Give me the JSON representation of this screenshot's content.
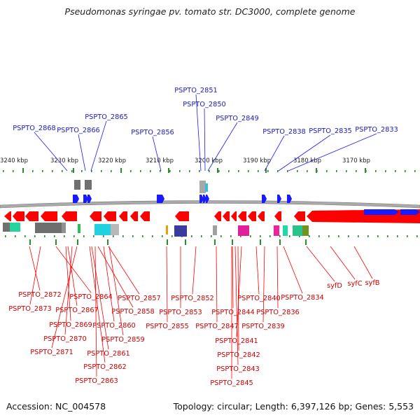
{
  "title": "Pseudomonas syringae pv. tomato str. DC3000, complete genome",
  "footer": {
    "accession": "Accession: NC_004578",
    "summary": "Topology: circular; Length: 6,397,126 bp; Genes: 5,553"
  },
  "scale": [
    "3240 kbp",
    "3230 kbp",
    "3220 kbp",
    "3210 kbp",
    "3200 kbp",
    "3190 kbp",
    "3180 kbp",
    "3170 kbp"
  ],
  "colors": {
    "forward_gene": "#1a1aff",
    "reverse_gene": "#ff0000",
    "forward_label": "#1a1abf",
    "reverse_label": "#cc0000",
    "backbone": "#999999",
    "tick": "#2e8b2e"
  },
  "forward_genes": [
    "PSPTO_2868",
    "PSPTO_2866",
    "PSPTO_2865",
    "PSPTO_2856",
    "PSPTO_2851",
    "PSPTO_2850",
    "PSPTO_2849",
    "PSPTO_2838",
    "PSPTO_2835",
    "PSPTO_2833"
  ],
  "reverse_genes": [
    "PSPTO_2872",
    "PSPTO_2873",
    "PSPTO_2864",
    "PSPTO_2867",
    "PSPTO_2869",
    "PSPTO_2870",
    "PSPTO_2871",
    "PSPTO_2857",
    "PSPTO_2858",
    "PSPTO_2860",
    "PSPTO_2859",
    "PSPTO_2861",
    "PSPTO_2862",
    "PSPTO_2863",
    "PSPTO_2852",
    "PSPTO_2853",
    "PSPTO_2855",
    "PSPTO_2844",
    "PSPTO_2847",
    "PSPTO_2841",
    "PSPTO_2842",
    "PSPTO_2843",
    "PSPTO_2845",
    "PSPTO_2840",
    "PSPTO_2836",
    "PSPTO_2839",
    "PSPTO_2834",
    "syfD",
    "syfC",
    "syfB"
  ]
}
